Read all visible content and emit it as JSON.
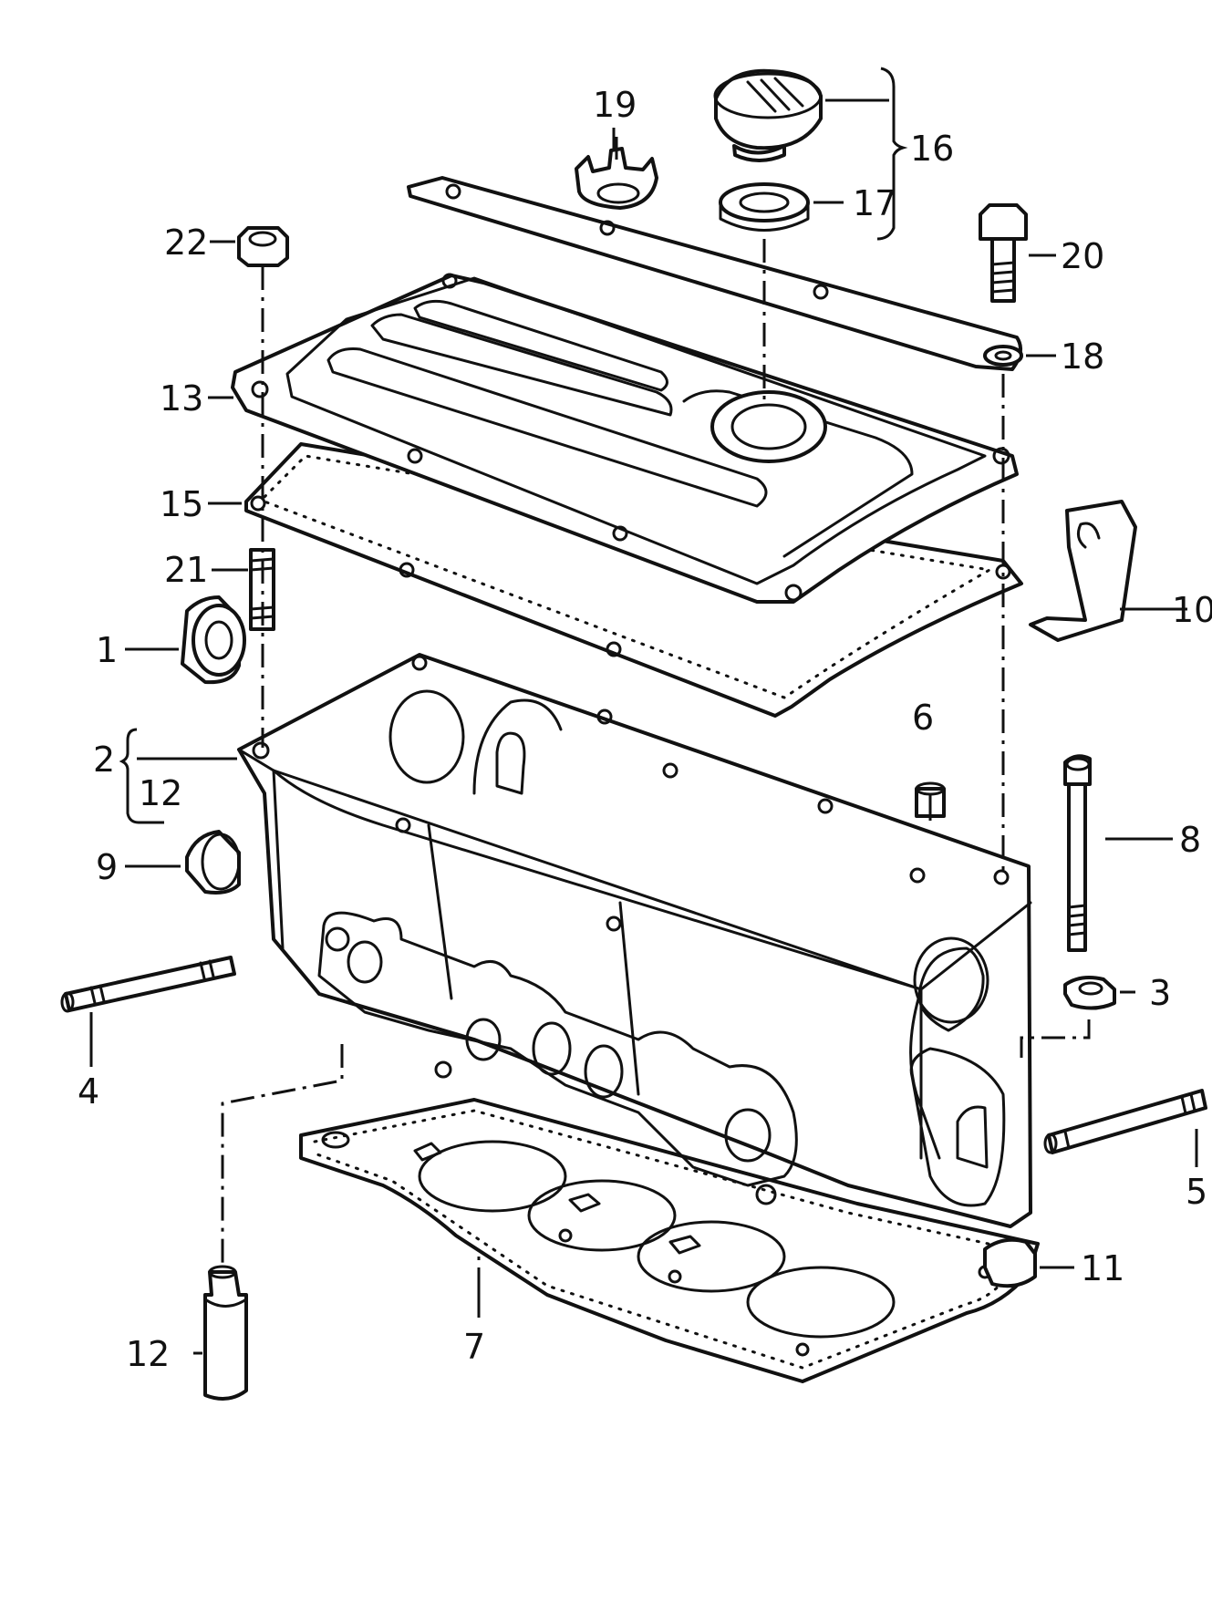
{
  "callouts": {
    "c1": "1",
    "c2": "2",
    "c12a": "12",
    "c3": "3",
    "c4": "4",
    "c5": "5",
    "c6": "6",
    "c7": "7",
    "c8": "8",
    "c9": "9",
    "c10": "10",
    "c11": "11",
    "c12b": "12",
    "c13": "13",
    "c15": "15",
    "c16": "16",
    "c17": "17",
    "c18": "18",
    "c19": "19",
    "c20": "20",
    "c21": "21",
    "c22": "22"
  }
}
